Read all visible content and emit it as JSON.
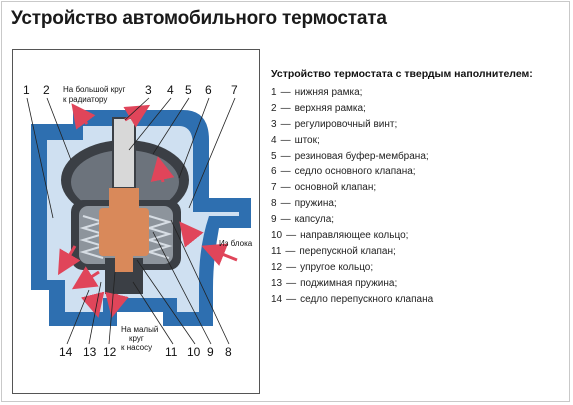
{
  "title": "Устройство автомобильного термостата",
  "legend_title": "Устройство термостата с твердым наполнителем:",
  "legend_items": [
    {
      "num": "1",
      "text": "нижняя рамка;"
    },
    {
      "num": "2",
      "text": "верхняя рамка;"
    },
    {
      "num": "3",
      "text": "регулировочный винт;"
    },
    {
      "num": "4",
      "text": "шток;"
    },
    {
      "num": "5",
      "text": "резиновая буфер-мембрана;"
    },
    {
      "num": "6",
      "text": "седло основного клапана;"
    },
    {
      "num": "7",
      "text": "основной клапан;"
    },
    {
      "num": "8",
      "text": "пружина;"
    },
    {
      "num": "9",
      "text": "капсула;"
    },
    {
      "num": "10",
      "text": "направляющее кольцо;"
    },
    {
      "num": "11",
      "text": "перепускной клапан;"
    },
    {
      "num": "12",
      "text": "упругое кольцо;"
    },
    {
      "num": "13",
      "text": "поджимная пружина;"
    },
    {
      "num": "14",
      "text": "седло перепускного клапана"
    }
  ],
  "dash": "—",
  "diagram": {
    "top_numbers": [
      "1",
      "2",
      "3",
      "4",
      "5",
      "6",
      "7"
    ],
    "bottom_numbers": [
      "14",
      "13",
      "12",
      "11",
      "10",
      "9",
      "8"
    ],
    "label_radiator": [
      "На большой круг",
      "к радиатору"
    ],
    "label_block": "Из блока",
    "label_pump": [
      "На малый",
      "круг",
      "к насосу"
    ]
  },
  "colors": {
    "housing_blue": "#2e6fb0",
    "frame_dark": "#3b3f45",
    "capsule_orange": "#d9895a",
    "flow_arrow": "#e0455a",
    "inner_light": "#cfe0f1"
  }
}
